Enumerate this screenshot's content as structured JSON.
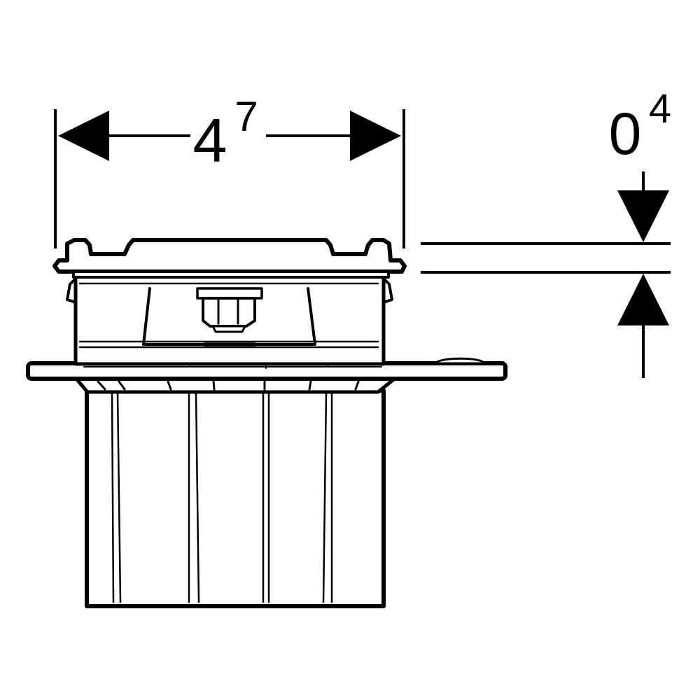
{
  "dimensions": {
    "width": {
      "base": "4",
      "sup": "7"
    },
    "thickness": {
      "base": "0",
      "sup": "4"
    }
  },
  "colors": {
    "stroke": "#000000",
    "background": "#ffffff"
  }
}
